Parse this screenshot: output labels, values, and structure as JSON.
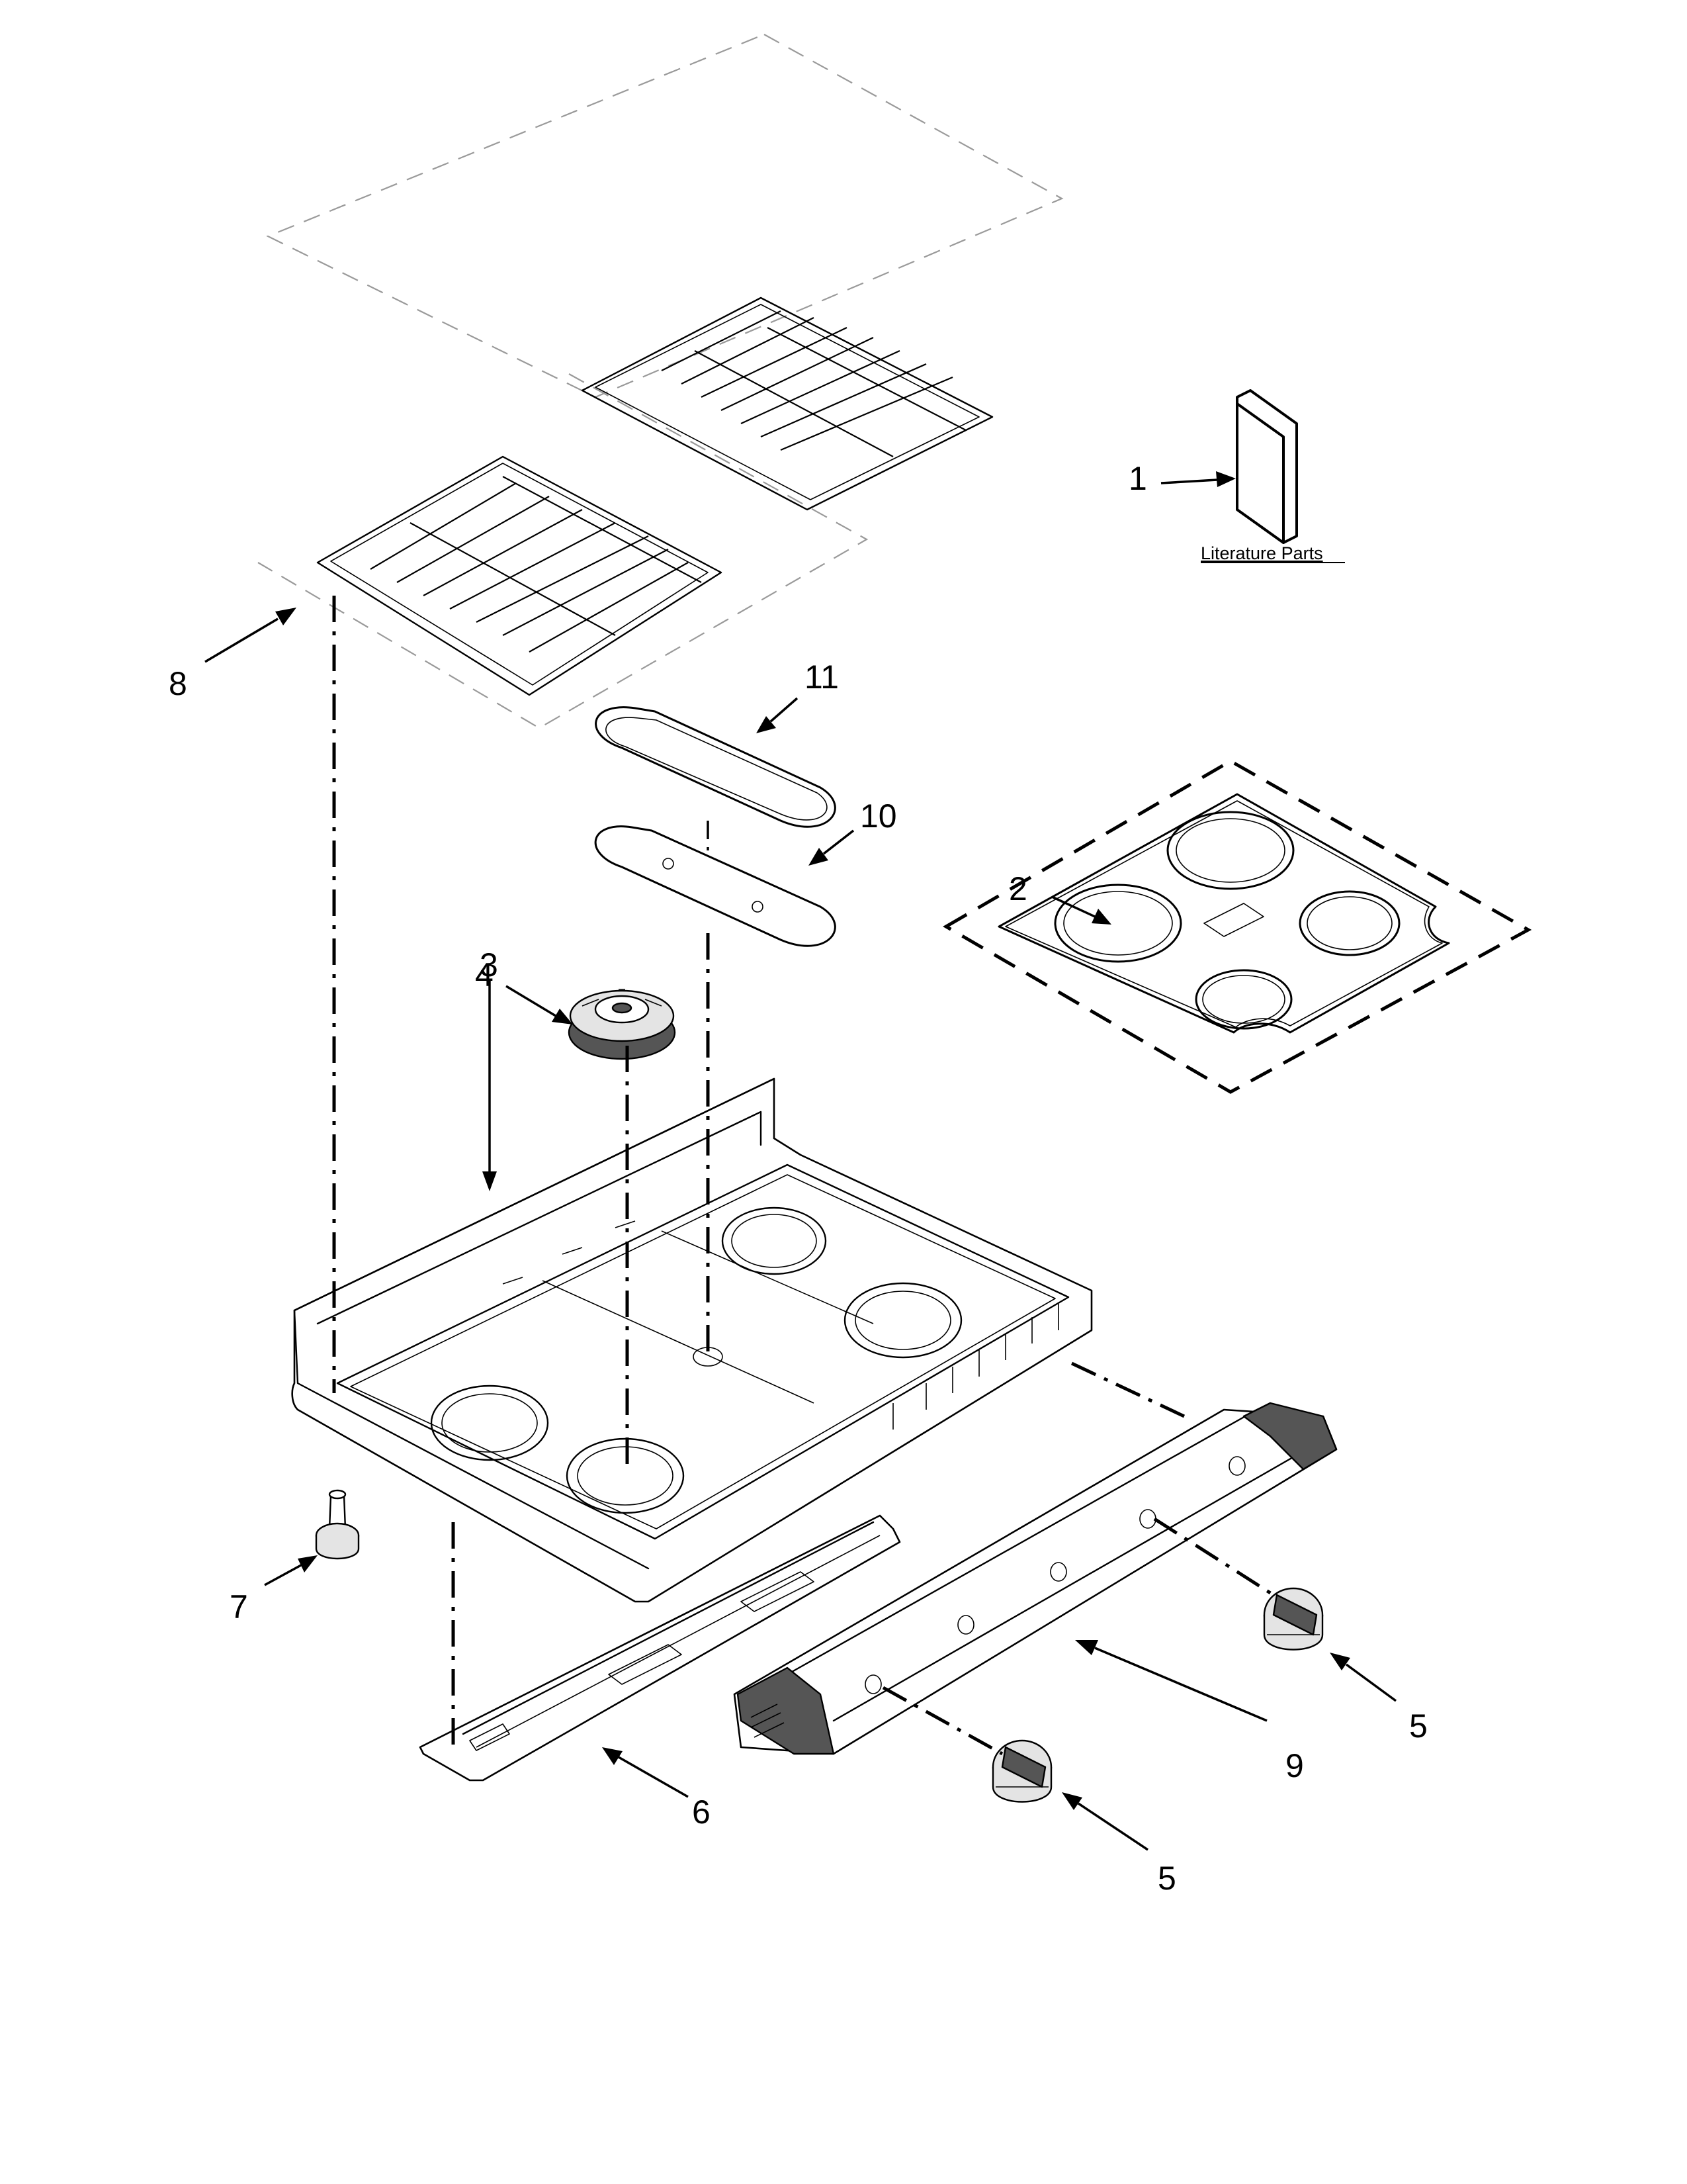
{
  "diagram": {
    "callouts": [
      "1",
      "2",
      "3",
      "4",
      "5",
      "5",
      "6",
      "7",
      "8",
      "9",
      "10",
      "11"
    ],
    "literature_label": "Literature Parts"
  }
}
